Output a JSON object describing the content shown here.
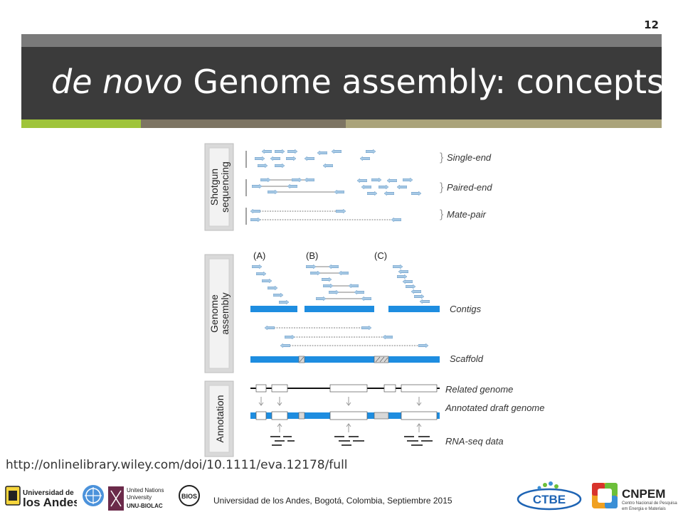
{
  "slide_number": "12",
  "title": {
    "italic": "de novo",
    "rest": " Genome assembly: concepts"
  },
  "diagram": {
    "panels": [
      {
        "label": "Shotgun sequencing"
      },
      {
        "label": "Genome assembly"
      },
      {
        "label": "Annotation"
      }
    ],
    "sequencing_labels": [
      "Single-end",
      "Paired-end",
      "Mate-pair"
    ],
    "assembly_cases": [
      "(A)",
      "(B)",
      "(C)"
    ],
    "assembly_labels": [
      "Contigs",
      "Scaffold"
    ],
    "annotation_labels": [
      "Related genome",
      "Annotated draft genome",
      "RNA-seq data"
    ]
  },
  "source_url": "http://onlinelibrary.wiley.com/doi/10.1111/eva.12178/full",
  "footer": {
    "text": "Universidad de los Andes, Bogotá, Colombia, Septiembre 2015",
    "logos": {
      "uniandes": "Universidad de los Andes",
      "unu": "United Nations University UNU-BIOLAC",
      "ctbe": "CTBE",
      "cnpem": "CNPEM",
      "cnpem_sub": "Centro Nacional de Pesquisa em Energia e Materiais"
    }
  },
  "colors": {
    "header": "#3b3b3b",
    "accent_green": "#9fc43a",
    "contig_blue": "#1e8de0",
    "read_fill": "#a9cbe6"
  }
}
